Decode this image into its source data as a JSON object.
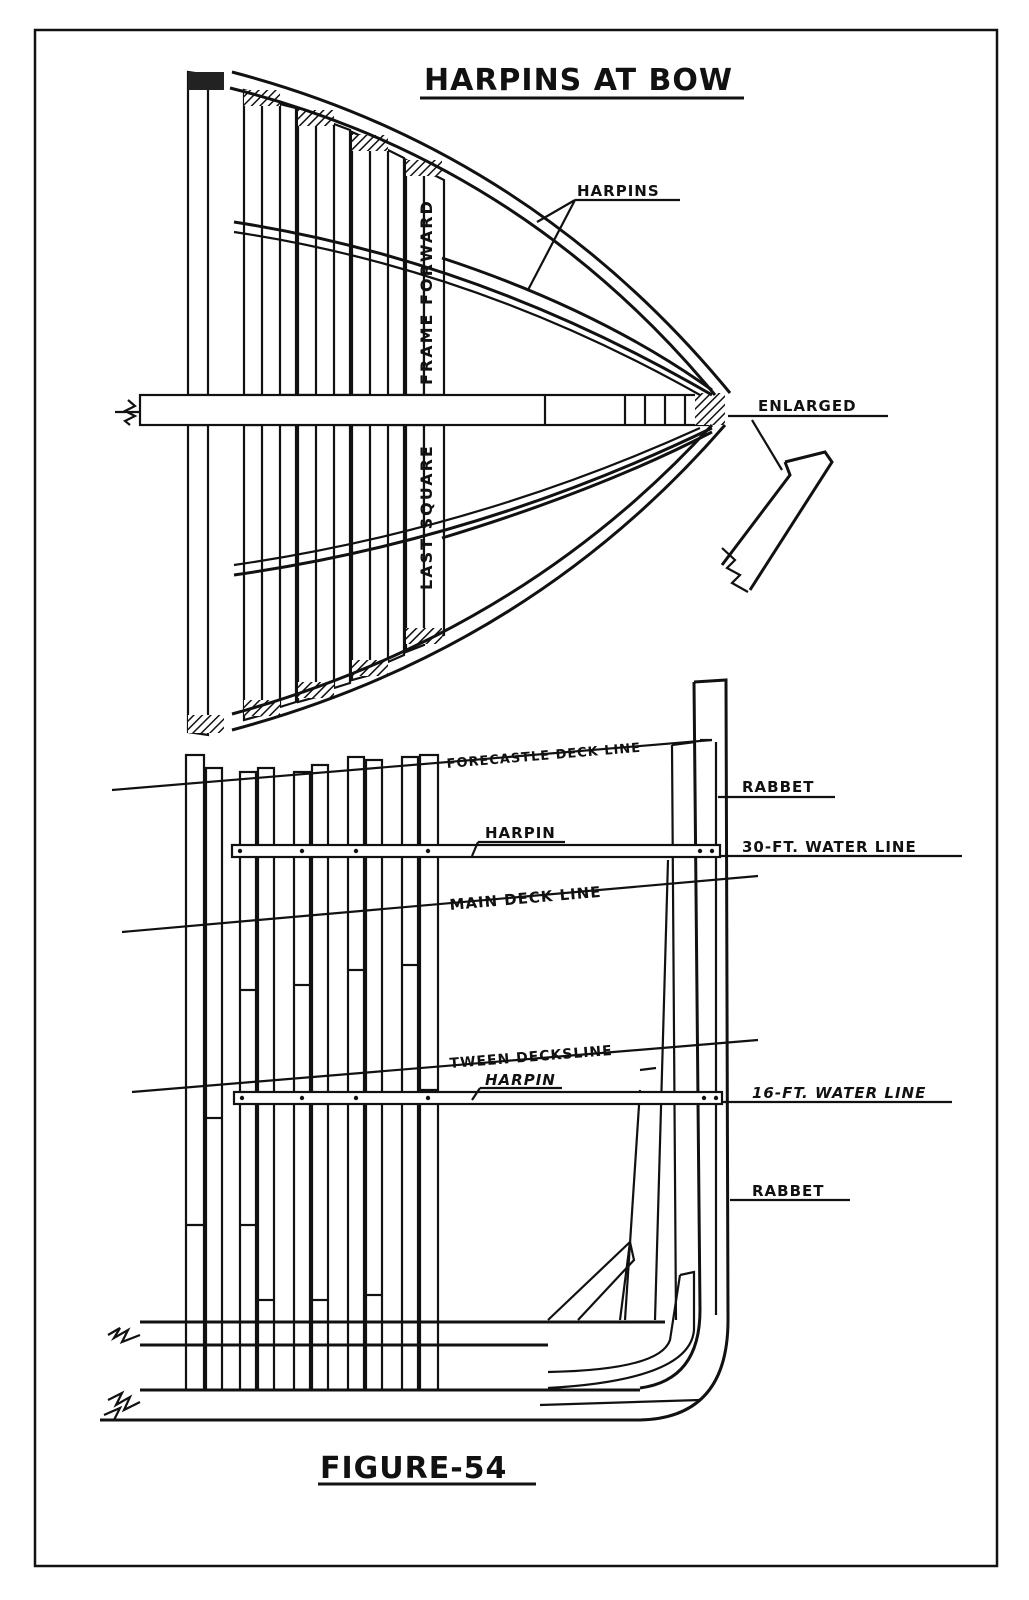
{
  "figure": {
    "title": "HARPINS AT BOW",
    "caption": "FIGURE-54"
  },
  "plan_view": {
    "harpins_label": "HARPINS",
    "frame_forward_label": "FRAME FORWARD",
    "last_square_label": "LAST SQUARE",
    "enlarged_label": "ENLARGED"
  },
  "elevation_view": {
    "forecastle_deck_line": "FORECASTLE DECK LINE",
    "harpin_upper": "HARPIN",
    "main_deck_line": "MAIN DECK LINE",
    "tween_decks_line": "TWEEN DECKSLINE",
    "harpin_lower": "HARPIN",
    "rabbet_upper": "RABBET",
    "water_line_30": "30-FT. WATER LINE",
    "water_line_16": "16-FT. WATER LINE",
    "rabbet_lower": "RABBET"
  },
  "colors": {
    "ink": "#111111",
    "paper": "#ffffff"
  }
}
